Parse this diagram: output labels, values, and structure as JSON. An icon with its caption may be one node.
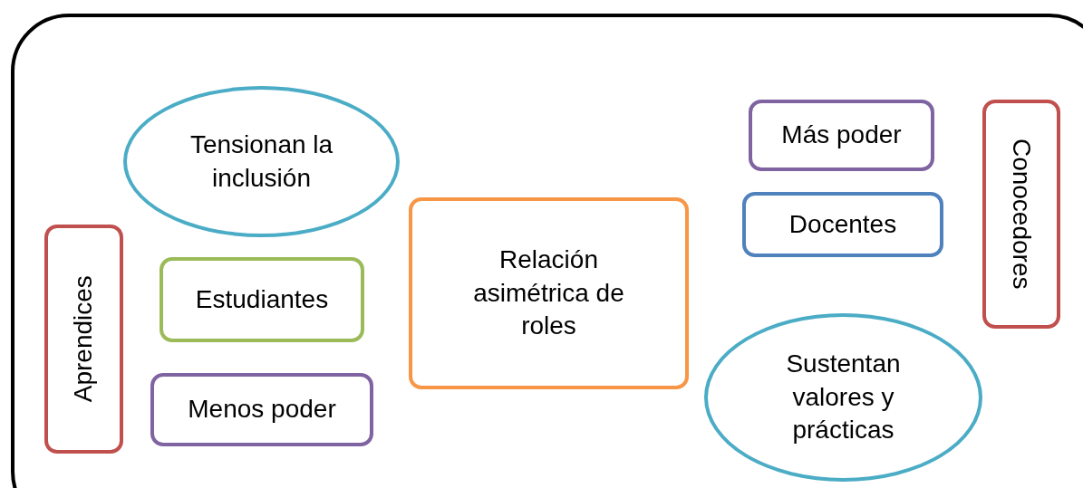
{
  "diagram": {
    "nodes": [
      {
        "text": [],
        "shape": "box"
      },
      {
        "text": [
          "Tensionan la inclusión"
        ],
        "in": 0
      },
      {
        "text": [
          "Más poder"
        ],
        "in": 0
      },
      {
        "text": [
          "Conocedores"
        ],
        "in": 0
      },
      {
        "text": [
          "Docentes"
        ],
        "in": 0
      },
      {
        "text": [
          "Aprendices"
        ],
        "in": 0
      },
      {
        "text": [
          "Relación asimétrica de roles"
        ],
        "in": 0
      },
      {
        "text": [
          "Estudiantes"
        ],
        "in": 0
      },
      {
        "text": [
          "Sustentan valores y prácticas"
        ],
        "in": 0
      },
      {
        "text": [
          "Menos poder"
        ],
        "in": 0
      }
    ]
  }
}
